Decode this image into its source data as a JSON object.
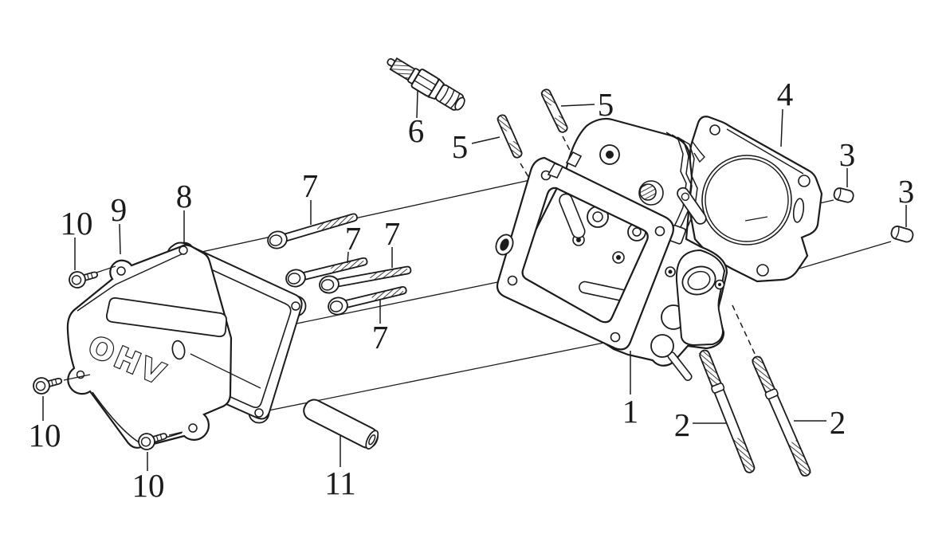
{
  "figure": {
    "kind": "exploded-parts-diagram",
    "background_color": "#ffffff",
    "line_color": "#1b1b1b"
  },
  "cover": {
    "embossed_text": "OHV"
  },
  "callouts": [
    {
      "text": "1",
      "part": "cylinder-head"
    },
    {
      "text": "2",
      "part": "cylinder-stud-left"
    },
    {
      "text": "2",
      "part": "cylinder-stud-right"
    },
    {
      "text": "3",
      "part": "dowel-pin-upper"
    },
    {
      "text": "3",
      "part": "dowel-pin-lower"
    },
    {
      "text": "4",
      "part": "head-gasket"
    },
    {
      "text": "5",
      "part": "rocker-stud-left"
    },
    {
      "text": "5",
      "part": "rocker-stud-top"
    },
    {
      "text": "6",
      "part": "spark-plug"
    },
    {
      "text": "7",
      "part": "flange-bolt-1"
    },
    {
      "text": "7",
      "part": "flange-bolt-2"
    },
    {
      "text": "7",
      "part": "flange-bolt-3"
    },
    {
      "text": "7",
      "part": "flange-bolt-4"
    },
    {
      "text": "8",
      "part": "valve-cover-gasket"
    },
    {
      "text": "9",
      "part": "valve-cover"
    },
    {
      "text": "10",
      "part": "cover-bolt-top-left"
    },
    {
      "text": "10",
      "part": "cover-bolt-bottom-left"
    },
    {
      "text": "10",
      "part": "cover-bolt-bottom-center"
    },
    {
      "text": "11",
      "part": "breather-tube"
    }
  ]
}
